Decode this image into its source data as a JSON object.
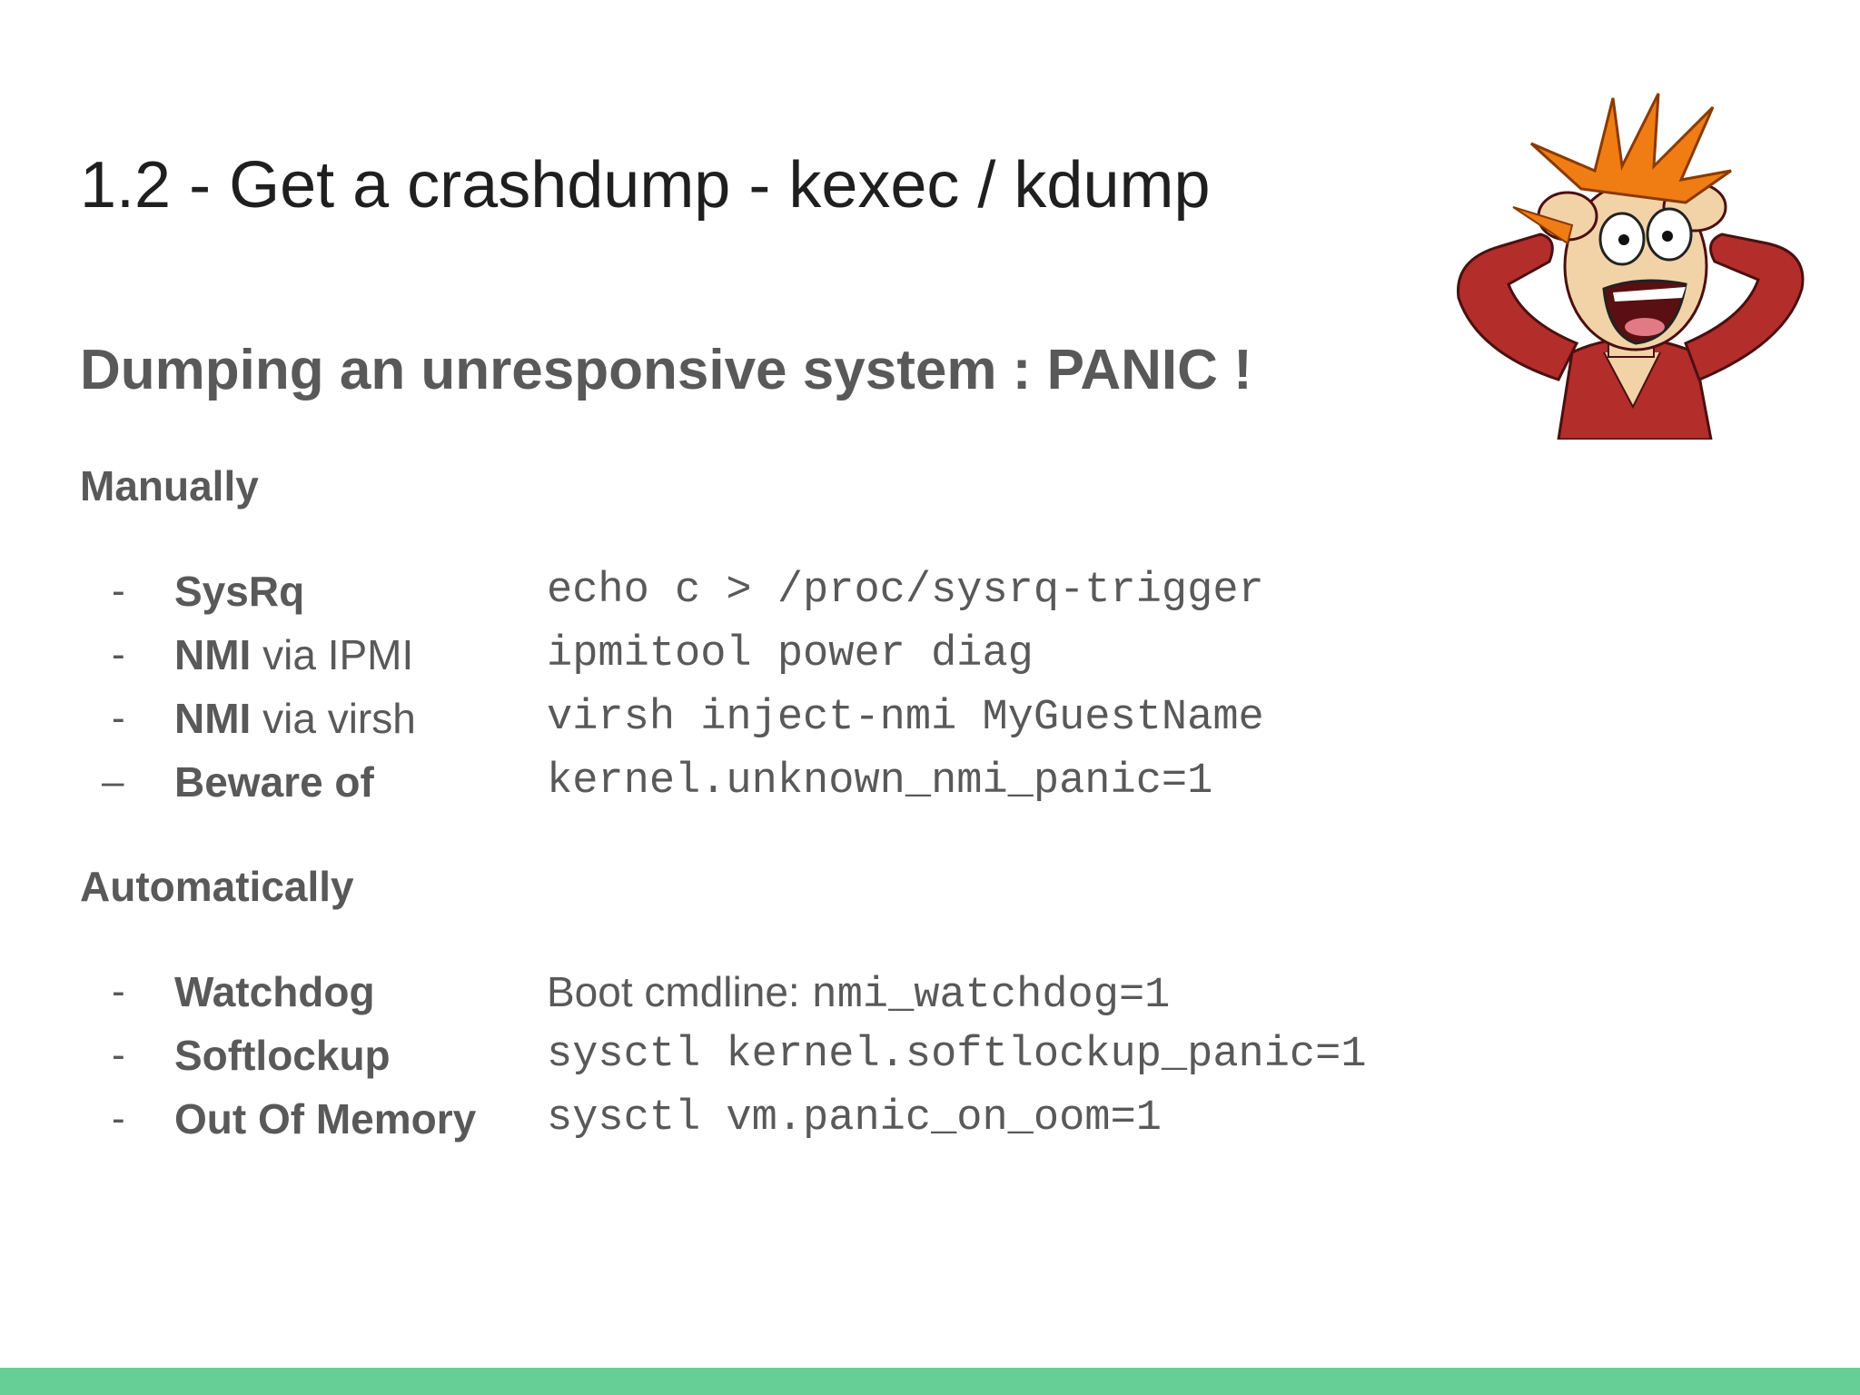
{
  "slide": {
    "title": "1.2 - Get a crashdump - kexec / kdump",
    "subtitle": "Dumping an unresponsive system : PANIC !"
  },
  "manually": {
    "heading": "Manually",
    "items": [
      {
        "dash": "-",
        "label_bold": "SysRq",
        "label_rest": "",
        "value_mono": "echo c > /proc/sysrq-trigger"
      },
      {
        "dash": "-",
        "label_bold": "NMI",
        "label_rest": " via IPMI",
        "value_mono": "ipmitool power diag"
      },
      {
        "dash": "-",
        "label_bold": "NMI",
        "label_rest": " via virsh",
        "value_mono": "virsh inject-nmi MyGuestName"
      },
      {
        "dash": "–",
        "label_bold": "Beware of",
        "label_rest": "",
        "value_mono": "kernel.unknown_nmi_panic=1"
      }
    ]
  },
  "automatically": {
    "heading": "Automatically",
    "items": [
      {
        "dash": "-",
        "label_bold": "Watchdog",
        "value_prefix": "Boot cmdline: ",
        "value_mono": "nmi_watchdog=1"
      },
      {
        "dash": "-",
        "label_bold": "Softlockup",
        "value_mono": "sysctl kernel.softlockup_panic=1"
      },
      {
        "dash": "-",
        "label_bold": "Out Of Memory",
        "value_mono": "sysctl vm.panic_on_oom=1"
      }
    ]
  },
  "colors": {
    "footer_bar": "#65cf95",
    "text_gray": "#595959",
    "title_black": "#1f1f1f"
  }
}
